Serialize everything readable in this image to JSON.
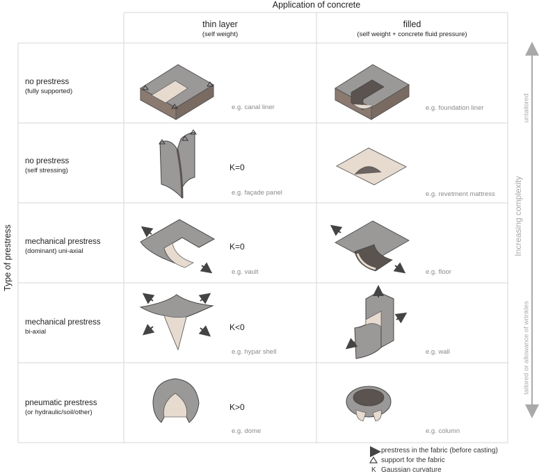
{
  "title": "Application of concrete",
  "side_title": "Type of prestress",
  "columns": [
    {
      "main": "thin layer",
      "sub": "(self weight)"
    },
    {
      "main": "filled",
      "sub": "(self weight + concrete fluid pressure)"
    }
  ],
  "rows": [
    {
      "main": "no prestress",
      "sub": "(fully supported)",
      "k": "",
      "eg_thin": "e.g. canal liner",
      "eg_filled": "e.g. foundation liner"
    },
    {
      "main": "no prestress",
      "sub": "(self stressing)",
      "k": "K=0",
      "eg_thin": "e.g. façade panel",
      "eg_filled": "e.g. revetment mattress"
    },
    {
      "main": "mechanical prestress",
      "sub": "(dominant) uni-axial",
      "k": "K=0",
      "eg_thin": "e.g. vault",
      "eg_filled": "e.g. floor"
    },
    {
      "main": "mechanical prestress",
      "sub": "bi-axial",
      "k": "K<0",
      "eg_thin": "e.g. hypar shell",
      "eg_filled": "e.g. wall"
    },
    {
      "main": "pneumatic prestress",
      "sub": "(or hydraulic/soil/other)",
      "k": "K>0",
      "eg_thin": "e.g. dome",
      "eg_filled": "e.g. column"
    }
  ],
  "axis": {
    "top": "untailored",
    "middle": "Increasing complexity",
    "bottom": "tailored or allowance of wrinkles"
  },
  "legend": [
    {
      "symbol": "arrow-icon",
      "text": "prestress in the fabric (before casting)"
    },
    {
      "symbol": "triangle-icon",
      "text": "support for the fabric"
    },
    {
      "symbol": "K",
      "text": "Gaussian curvature"
    }
  ],
  "colors": {
    "grid": "#d6d6d6",
    "concrete": "#9b9898",
    "fabric": "#e7dbcf",
    "dark": "#6b6360",
    "axis": "#a9a9a9"
  }
}
